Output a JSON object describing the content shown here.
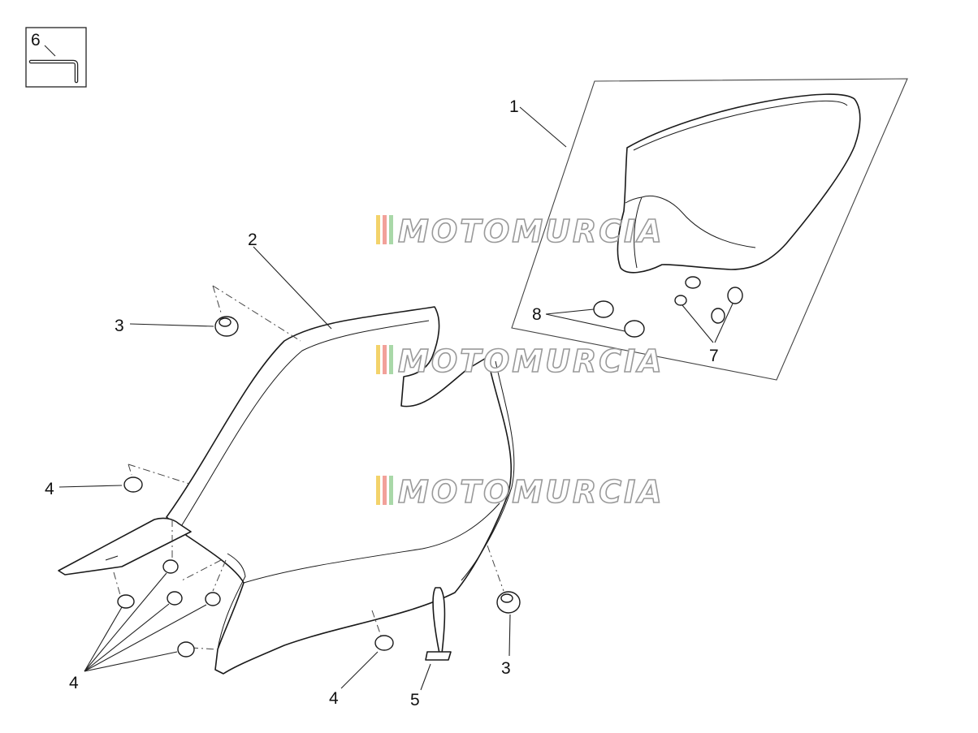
{
  "callouts": {
    "c1": "1",
    "c2": "2",
    "c3a": "3",
    "c3b": "3",
    "c4a": "4",
    "c4b": "4",
    "c4c": "4",
    "c5": "5",
    "c6": "6",
    "c7": "7",
    "c8": "8"
  },
  "watermark": {
    "text": "MOTOMURCIA",
    "stripe_colors": [
      "#f3d36b",
      "#f2a19a",
      "#a9d8a8"
    ]
  },
  "colors": {
    "line": "#1a1a1a",
    "background": "#ffffff"
  }
}
